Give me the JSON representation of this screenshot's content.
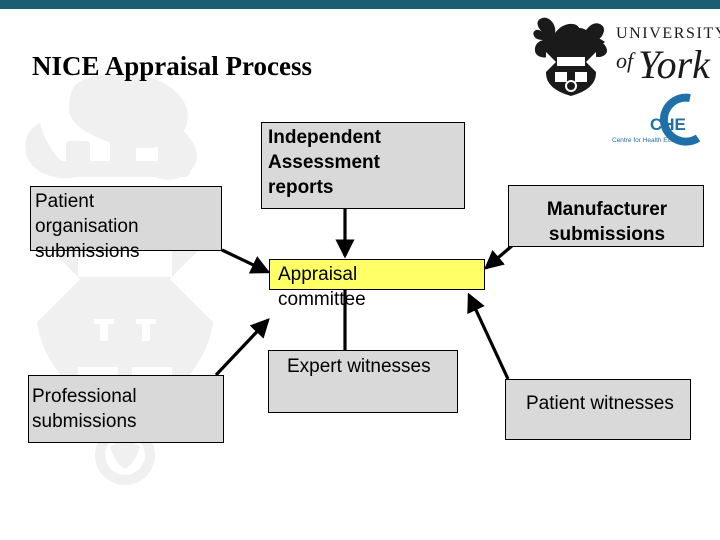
{
  "slide": {
    "title": "NICE Appraisal Process",
    "accent_color": "#1b5e72",
    "box_fill": "#d9d9d9",
    "highlight_fill": "#ffff66",
    "border_color": "#000000"
  },
  "logos": {
    "york": {
      "line1": "UNIVERSITY",
      "line2": "of",
      "line3": "York",
      "crest_name": "university-of-york-crest"
    },
    "che": {
      "acronym": "CHE",
      "subtitle": "Centre for Health Economics",
      "arc_color": "#1f6fa8"
    }
  },
  "watermark": {
    "name": "university-crest-watermark",
    "color": "#f0f0f0"
  },
  "diagram": {
    "type": "flowchart",
    "nodes": [
      {
        "id": "patient-org",
        "label": "Patient\norganisation\nsubmissions",
        "fill": "#d9d9d9",
        "bold": false
      },
      {
        "id": "independent",
        "label": "Independent\nAssessment\nreports",
        "fill": "#d9d9d9",
        "bold": true
      },
      {
        "id": "manufacturer",
        "label": "Manufacturer\nsubmissions",
        "fill": "#d9d9d9",
        "bold": true
      },
      {
        "id": "appraisal",
        "label": "Appraisal\ncommittee",
        "fill": "#ffff66",
        "bold": false
      },
      {
        "id": "expert",
        "label": "Expert witnesses",
        "fill": "#d9d9d9",
        "bold": false
      },
      {
        "id": "professional",
        "label": "Professional\nsubmissions",
        "fill": "#d9d9d9",
        "bold": false
      },
      {
        "id": "patient-wit",
        "label": "Patient witnesses",
        "fill": "#d9d9d9",
        "bold": false
      }
    ],
    "edges": [
      {
        "from": "patient-org",
        "to": "appraisal",
        "style": "arrow"
      },
      {
        "from": "independent",
        "to": "appraisal",
        "style": "arrow"
      },
      {
        "from": "manufacturer",
        "to": "appraisal",
        "style": "arrow"
      },
      {
        "from": "professional",
        "to": "appraisal",
        "style": "arrow"
      },
      {
        "from": "expert",
        "to": "appraisal",
        "style": "line"
      },
      {
        "from": "patient-wit",
        "to": "appraisal",
        "style": "arrow"
      }
    ]
  }
}
